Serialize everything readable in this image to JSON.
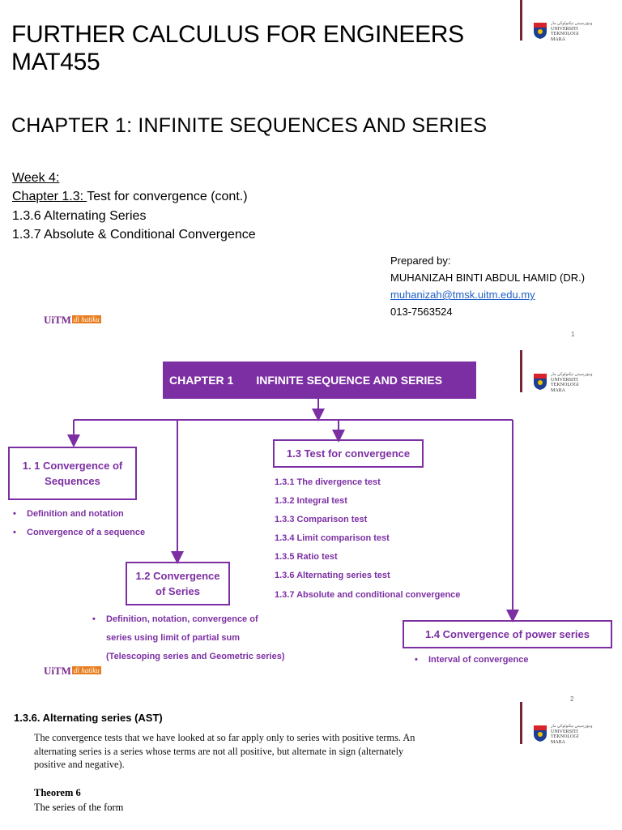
{
  "slide1": {
    "title_line1": "FURTHER CALCULUS FOR ENGINEERS",
    "title_line2": "MAT455",
    "chapter": "CHAPTER 1: INFINITE SEQUENCES AND SERIES",
    "week": "Week 4:",
    "chapter_ref": "Chapter 1.3: ",
    "chapter_ref_rest": "Test for convergence (cont.)",
    "topic1": "1.3.6 Alternating Series",
    "topic2": "1.3.7 Absolute & Conditional Convergence",
    "prepared_by": "Prepared by:",
    "author": "MUHANIZAH BINTI ABDUL HAMID (DR.)",
    "email": "muhanizah@tmsk.uitm.edu.my",
    "phone": "013-7563524",
    "page": "1"
  },
  "logo": {
    "arabic": "ونيۏرسيتي تيكنولوڬي مار",
    "line1": "UNIVERSITI",
    "line2": "TEKNOLOGI",
    "line3": "MARA"
  },
  "uitm_logo": {
    "main": "UiTM",
    "tag": "di hatiku"
  },
  "slide2": {
    "banner_left": "CHAPTER 1",
    "banner_right": "INFINITE SEQUENCE AND SERIES",
    "box11": "1. 1 Convergence of Sequences",
    "box11_items": [
      "Definition and notation",
      "Convergence of a sequence"
    ],
    "box12": "1.2 Convergence of Series",
    "box12_items": [
      "Definition, notation, convergence of",
      "series using limit of partial sum",
      "(Telescoping series and Geometric series)"
    ],
    "box13": "1.3 Test for convergence",
    "box13_items": [
      "1.3.1 The divergence test",
      "1.3.2 Integral test",
      "1.3.3 Comparison test",
      "1.3.4 Limit comparison test",
      "1.3.5 Ratio test",
      "1.3.6 Alternating series test",
      "1.3.7 Absolute and conditional convergence"
    ],
    "box14": "1.4 Convergence of power series",
    "box14_items": [
      "Interval of convergence"
    ],
    "page": "2"
  },
  "slide3": {
    "heading": "1.3.6. Alternating series (AST)",
    "para_line1": "The convergence tests that we have looked at so far apply only to series with positive terms. An",
    "para_line2": "alternating series is a series whose terms are not all positive, but alternate in sign (alternately",
    "para_line3": "positive and negative).",
    "theorem": "Theorem 6",
    "theorem_text": "The series of the form"
  },
  "colors": {
    "purple": "#7c2fa3",
    "link": "#1f5fc2",
    "logo_bar": "#7a2430"
  }
}
